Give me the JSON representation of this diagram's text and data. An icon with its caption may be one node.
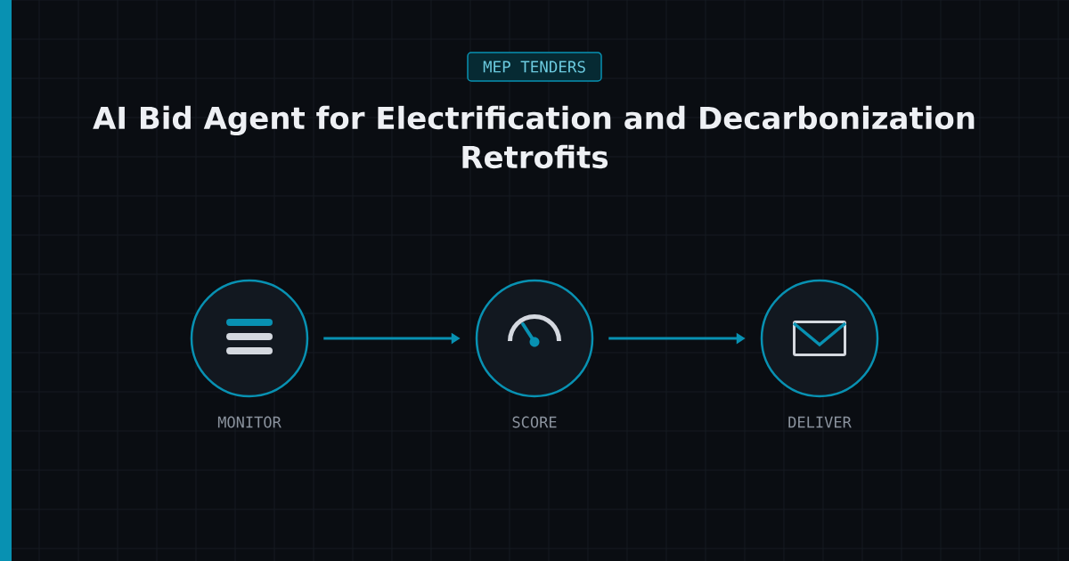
{
  "diagram": {
    "title": "AI Bid Agent for Electrification and Decarbonization Retrofits",
    "nodes": [
      {
        "text": [
          "MEP TENDERS"
        ]
      },
      {
        "text": [
          "MONITOR"
        ]
      },
      {
        "text": [
          "SCORE"
        ]
      },
      {
        "text": [
          "DELIVER"
        ]
      }
    ],
    "edges": [
      {
        "from": 1,
        "to": 2,
        "arrow": "to"
      },
      {
        "from": 2,
        "to": 3,
        "arrow": "to"
      }
    ]
  }
}
